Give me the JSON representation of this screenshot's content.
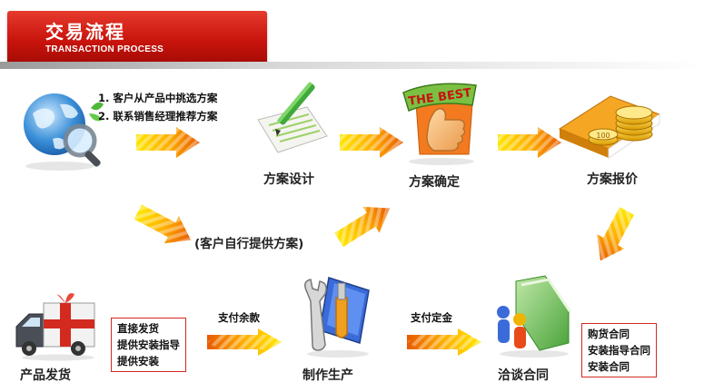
{
  "header": {
    "title": "交易流程",
    "subtitle": "TRANSACTION PROCESS"
  },
  "steps": {
    "step1_items": [
      "1. 客户从产品中挑选方案",
      "2. 联系销售经理推荐方案"
    ],
    "design": "方案设计",
    "confirm": "方案确定",
    "quote": "方案报价",
    "negotiate": "洽谈合同",
    "produce": "制作生产",
    "ship": "产品发货"
  },
  "self_provide": "(客户自行提供方案)",
  "badge_text": "THE BEST",
  "coin_text": "100",
  "contracts": [
    "购货合同",
    "安装指导合同",
    "安装合同"
  ],
  "deposit": "支付定金",
  "balance": "支付余款",
  "ship_items": [
    "直接发货",
    "提供安装指导",
    "提供安装"
  ],
  "colors": {
    "brand_red": "#c8140c",
    "arrow_orange": "#f08c00",
    "arrow_yellow": "#ffe000"
  }
}
